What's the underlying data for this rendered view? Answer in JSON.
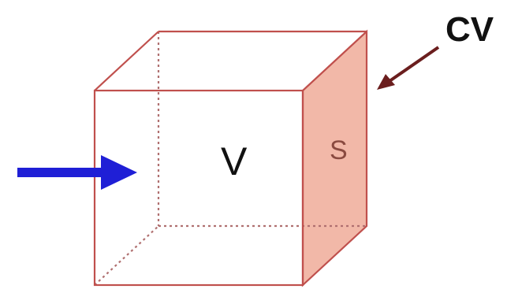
{
  "labels": {
    "volume": "V",
    "surface": "S",
    "control_volume": "CV"
  },
  "colors": {
    "cube_edge": "#c0504d",
    "shaded_surface": "#f2b8a8",
    "flow_arrow": "#1f1fd6",
    "pointer_arrow": "#6b1e1e"
  }
}
